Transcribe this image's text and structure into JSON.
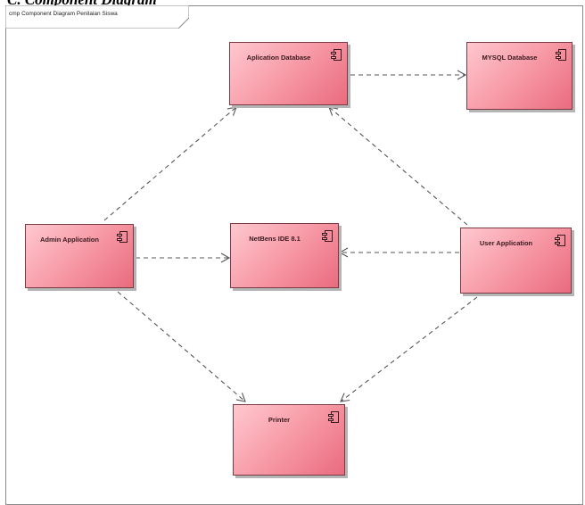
{
  "heading": "C. Component Diagram",
  "frame": {
    "label": "cmp Component Diagram Penilaian Siswa"
  },
  "components": {
    "application_database": "Aplication Database",
    "mysql_database": "MYSQL Database",
    "admin_application": "Admin Application",
    "netbeans_ide": "NetBens IDE 8.1",
    "user_application": "User Application",
    "printer": "Printer"
  },
  "icons": {
    "component": "uml-component-icon"
  },
  "colors": {
    "component_fill_light": "#ffc8cf",
    "component_fill_dark": "#e96b7e",
    "component_border": "#7a3a44",
    "connector": "#555555"
  }
}
